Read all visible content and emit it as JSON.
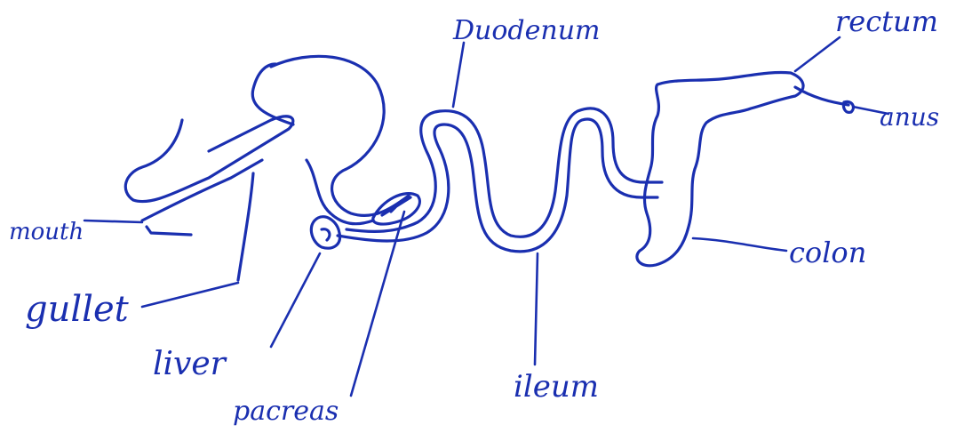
{
  "labels": {
    "mouth": "mouth",
    "gullet": "gullet",
    "liver": "liver",
    "pancreas": "pacreas",
    "duodenum": "Duodenum",
    "ileum": "ileum",
    "colon": "colon",
    "rectum": "rectum",
    "anus": "anus"
  },
  "colors": {
    "ink": "#1a2fb0",
    "background": "#ffffff"
  }
}
